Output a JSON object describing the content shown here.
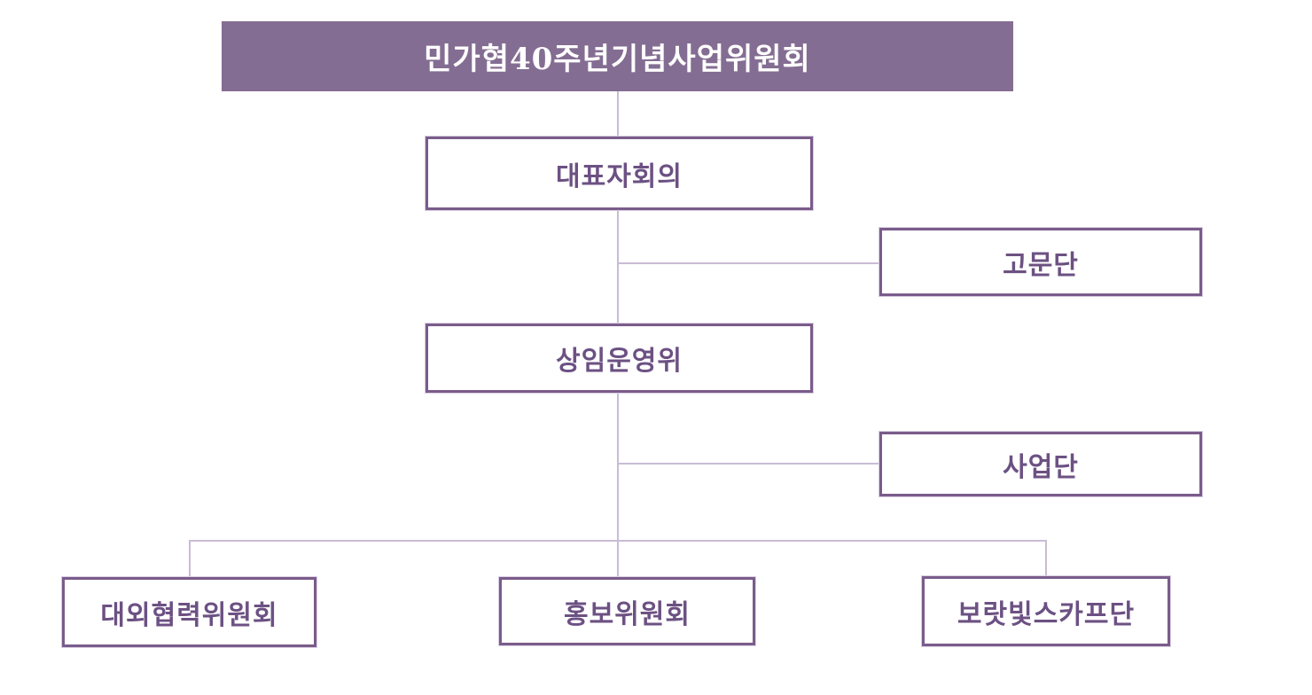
{
  "org_chart": {
    "type": "org-chart",
    "root": {
      "id": "anniversary-committee",
      "label": "민가협40주년기념사업위원회"
    },
    "nodes": [
      {
        "id": "representatives-council",
        "label": "대표자회의"
      },
      {
        "id": "advisory-group",
        "label": "고문단"
      },
      {
        "id": "standing-steering-committee",
        "label": "상임운영위"
      },
      {
        "id": "project-group",
        "label": "사업단"
      },
      {
        "id": "external-cooperation-committee",
        "label": "대외협력위원회"
      },
      {
        "id": "public-relations-committee",
        "label": "홍보위원회"
      },
      {
        "id": "purple-scarf-group",
        "label": "보랏빛스카프단"
      }
    ],
    "hierarchy": {
      "root": "민가협40주년기념사업위원회",
      "children": [
        {
          "label": "대표자회의",
          "side_branch": "고문단",
          "children": [
            {
              "label": "상임운영위",
              "side_branch": "사업단",
              "children": [
                "대외협력위원회",
                "홍보위원회",
                "보랏빛스카프단"
              ]
            }
          ]
        }
      ]
    },
    "colors": {
      "root_fill": "#846d92",
      "root_text": "#ffffff",
      "box_border": "#7a5c8b",
      "box_text": "#6c5183",
      "connector_line": "#c9bcd4",
      "background": "#ffffff"
    }
  }
}
